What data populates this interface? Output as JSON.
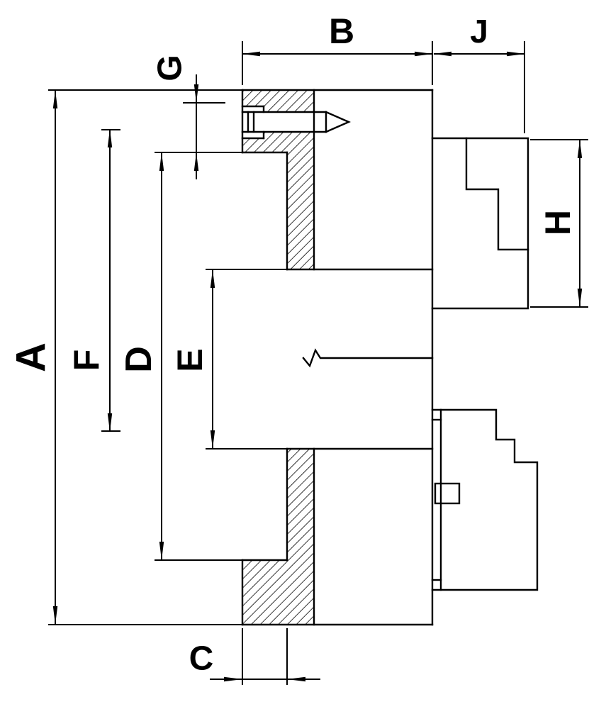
{
  "labels": {
    "A": "A",
    "B": "B",
    "C": "C",
    "D": "D",
    "E": "E",
    "F": "F",
    "G": "G",
    "H": "H",
    "J": "J"
  },
  "colors": {
    "line": "#000000",
    "background": "#ffffff"
  }
}
